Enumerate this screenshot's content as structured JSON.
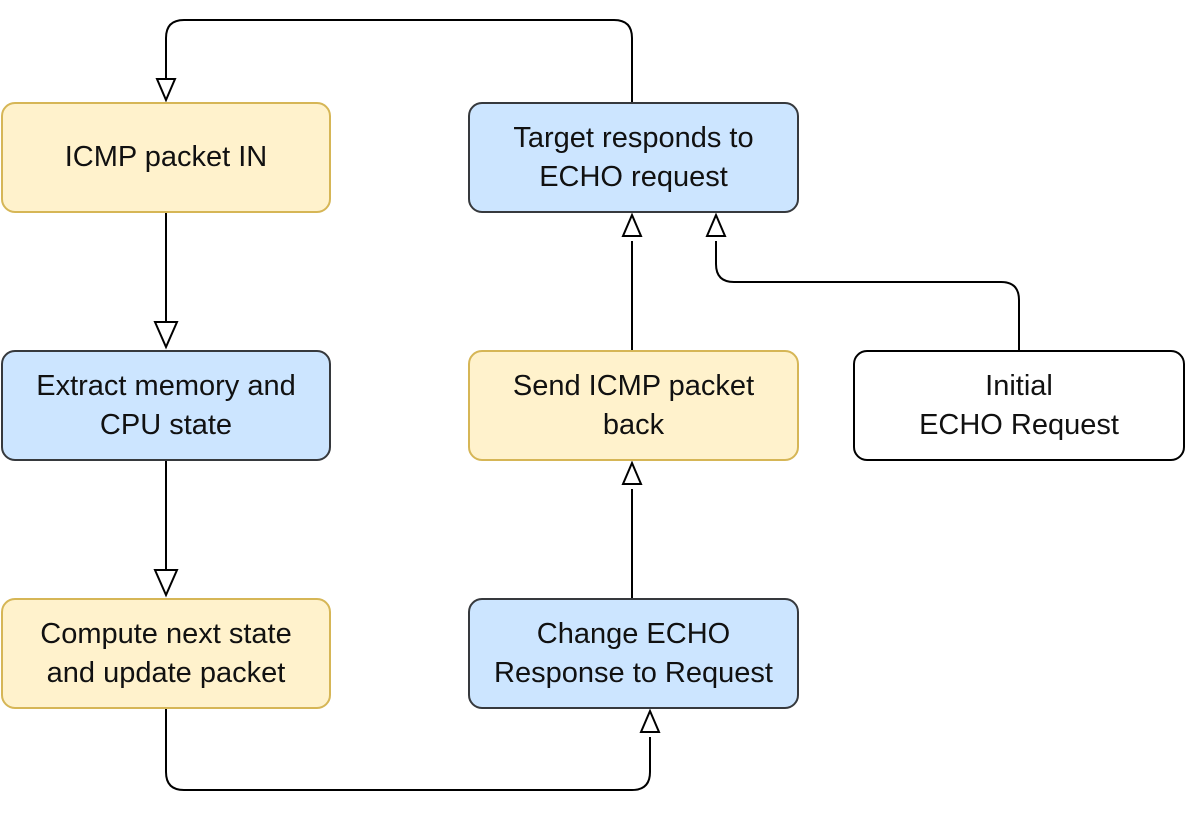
{
  "diagram": {
    "colors": {
      "blue_fill": "#cce5ff",
      "blue_stroke": "#36393d",
      "yellow_fill": "#fff2cc",
      "yellow_stroke": "#d6b656",
      "white_fill": "#ffffff",
      "white_stroke": "#000000",
      "edge": "#000000"
    },
    "nodes": {
      "icmp_in": {
        "label": "ICMP packet IN",
        "style": "yellow"
      },
      "extract": {
        "label": "Extract memory and\nCPU state",
        "style": "blue"
      },
      "compute": {
        "label": "Compute next state\nand update packet",
        "style": "yellow"
      },
      "target": {
        "label": "Target responds to\nECHO request",
        "style": "blue"
      },
      "send": {
        "label": "Send ICMP packet\nback",
        "style": "yellow"
      },
      "change": {
        "label": "Change ECHO\nResponse to Request",
        "style": "blue"
      },
      "initial": {
        "label": "Initial\nECHO Request",
        "style": "white"
      }
    },
    "edges": [
      {
        "from": "icmp_in",
        "to": "extract"
      },
      {
        "from": "extract",
        "to": "compute"
      },
      {
        "from": "compute",
        "to": "change"
      },
      {
        "from": "change",
        "to": "send"
      },
      {
        "from": "send",
        "to": "target"
      },
      {
        "from": "initial",
        "to": "target"
      },
      {
        "from": "target",
        "to": "icmp_in"
      }
    ]
  }
}
